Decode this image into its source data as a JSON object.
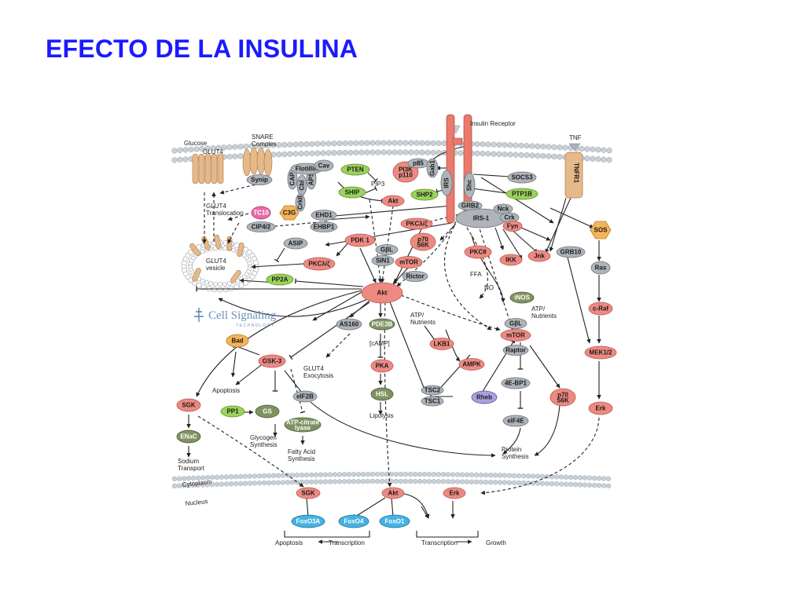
{
  "slide_title": "EFECTO DE LA INSULINA",
  "colors": {
    "title": "#1a1aff",
    "red": "#ec8a82",
    "red_stroke": "#b9574f",
    "gray": "#aeb4ba",
    "gray_stroke": "#6d747b",
    "green": "#9ad35a",
    "green_stroke": "#5f8f2a",
    "olive": "#7f9260",
    "olive_stroke": "#4e5d38",
    "orange": "#f4b45a",
    "orange_stroke": "#b77a22",
    "blue": "#43b3e3",
    "blue_stroke": "#1f6f97",
    "pink": "#e86aa8",
    "purple": "#a8a2dc",
    "tan": "#e6b98a",
    "membrane": "#c9d0d6"
  },
  "logo": {
    "name": "Cell Signaling",
    "tagline": "TECHNOLOGY"
  },
  "nodes": [
    {
      "id": "pten",
      "label": "PTEN",
      "color": "green"
    },
    {
      "id": "ship",
      "label": "SHIP",
      "color": "green"
    },
    {
      "id": "shp2",
      "label": "SHP2",
      "color": "green"
    },
    {
      "id": "ptp1b",
      "label": "PTP1B",
      "color": "green"
    },
    {
      "id": "pp2a",
      "label": "PP2A",
      "color": "green"
    },
    {
      "id": "pp1",
      "label": "PP1",
      "color": "green"
    },
    {
      "id": "pi3k",
      "label": "PI3K p110",
      "color": "red"
    },
    {
      "id": "p85",
      "label": "p85",
      "color": "gray"
    },
    {
      "id": "gab1",
      "label": "Gab1",
      "color": "gray"
    },
    {
      "id": "akt_top",
      "label": "Akt",
      "color": "red"
    },
    {
      "id": "pkc_lz_top",
      "label": "PKCλ/ζ",
      "color": "red"
    },
    {
      "id": "pdk1",
      "label": "PDK 1",
      "color": "red"
    },
    {
      "id": "p70_top",
      "label": "p70 S6K",
      "color": "red"
    },
    {
      "id": "gbl_top",
      "label": "GβL",
      "color": "gray"
    },
    {
      "id": "sin1",
      "label": "SIN1",
      "color": "gray"
    },
    {
      "id": "mtor_top",
      "label": "mTOR",
      "color": "red"
    },
    {
      "id": "rictor",
      "label": "Rictor",
      "color": "gray"
    },
    {
      "id": "akt_main",
      "label": "Akt",
      "color": "red"
    },
    {
      "id": "pkc_lz_mid",
      "label": "PKCλ/ζ",
      "color": "red"
    },
    {
      "id": "asip",
      "label": "ASIP",
      "color": "gray"
    },
    {
      "id": "ehd1",
      "label": "EHD1",
      "color": "gray"
    },
    {
      "id": "ehbp1",
      "label": "EHBP1",
      "color": "gray"
    },
    {
      "id": "tc10",
      "label": "TC10",
      "color": "pink"
    },
    {
      "id": "cip42",
      "label": "CIP4/2",
      "color": "gray"
    },
    {
      "id": "c3g",
      "label": "C3G",
      "color": "orange"
    },
    {
      "id": "synip",
      "label": "Synip",
      "color": "gray"
    },
    {
      "id": "cap",
      "label": "CAP",
      "color": "gray"
    },
    {
      "id": "cbl",
      "label": "Cbl",
      "color": "gray"
    },
    {
      "id": "aps",
      "label": "APS",
      "color": "gray"
    },
    {
      "id": "crkii",
      "label": "CrkII",
      "color": "gray"
    },
    {
      "id": "flotillin",
      "label": "Flotillin",
      "color": "gray"
    },
    {
      "id": "cav",
      "label": "Cav",
      "color": "gray"
    },
    {
      "id": "irs_mem",
      "label": "IRS",
      "color": "gray"
    },
    {
      "id": "shc",
      "label": "Shc",
      "color": "gray"
    },
    {
      "id": "socs3",
      "label": "SOCS3",
      "color": "gray"
    },
    {
      "id": "grb2",
      "label": "GRB2",
      "color": "gray"
    },
    {
      "id": "irs1",
      "label": "IRS-1",
      "color": "gray"
    },
    {
      "id": "nck",
      "label": "Nck",
      "color": "gray"
    },
    {
      "id": "crk",
      "label": "Crk",
      "color": "gray"
    },
    {
      "id": "fyn",
      "label": "Fyn",
      "color": "red"
    },
    {
      "id": "pkc_theta",
      "label": "PKCθ",
      "color": "red"
    },
    {
      "id": "ikk",
      "label": "IKK",
      "color": "red"
    },
    {
      "id": "jnk",
      "label": "Jnk",
      "color": "red"
    },
    {
      "id": "grb10",
      "label": "GRB10",
      "color": "gray"
    },
    {
      "id": "inos",
      "label": "iNOS",
      "color": "olive"
    },
    {
      "id": "sos",
      "label": "SOS",
      "color": "orange"
    },
    {
      "id": "ras",
      "label": "Ras",
      "color": "gray"
    },
    {
      "id": "craf",
      "label": "c-Raf",
      "color": "red"
    },
    {
      "id": "mek",
      "label": "MEK1/2",
      "color": "red"
    },
    {
      "id": "erk_mid",
      "label": "Erk",
      "color": "red"
    },
    {
      "id": "bad",
      "label": "Bad",
      "color": "orange"
    },
    {
      "id": "gsk3",
      "label": "GSK-3",
      "color": "red"
    },
    {
      "id": "as160",
      "label": "AS160",
      "color": "gray"
    },
    {
      "id": "pde3b",
      "label": "PDE3B",
      "color": "olive"
    },
    {
      "id": "pka",
      "label": "PKA",
      "color": "red"
    },
    {
      "id": "hsl",
      "label": "HSL",
      "color": "olive"
    },
    {
      "id": "lkb1",
      "label": "LKB1",
      "color": "red"
    },
    {
      "id": "ampk",
      "label": "AMPK",
      "color": "red"
    },
    {
      "id": "tsc2",
      "label": "TSC2",
      "color": "gray"
    },
    {
      "id": "tsc1",
      "label": "TSC1",
      "color": "gray"
    },
    {
      "id": "rheb",
      "label": "Rheb",
      "color": "purple"
    },
    {
      "id": "gbl_mid",
      "label": "GβL",
      "color": "gray"
    },
    {
      "id": "mtor_mid",
      "label": "mTOR",
      "color": "red"
    },
    {
      "id": "raptor",
      "label": "Raptor",
      "color": "gray"
    },
    {
      "id": "ebp1",
      "label": "4E-BP1",
      "color": "gray"
    },
    {
      "id": "eif4e",
      "label": "eIF4E",
      "color": "gray"
    },
    {
      "id": "p70_mid",
      "label": "p70 S6K",
      "color": "red"
    },
    {
      "id": "eif2b",
      "label": "eIF2B",
      "color": "gray"
    },
    {
      "id": "gs",
      "label": "GS",
      "color": "olive"
    },
    {
      "id": "atp_cl",
      "label": "ATP-citrate lyase",
      "color": "olive"
    },
    {
      "id": "sgk_mid",
      "label": "SGK",
      "color": "red"
    },
    {
      "id": "enac",
      "label": "ENaC",
      "color": "olive"
    },
    {
      "id": "sgk_nuc",
      "label": "SGK",
      "color": "red"
    },
    {
      "id": "akt_nuc",
      "label": "Akt",
      "color": "red"
    },
    {
      "id": "erk_nuc",
      "label": "Erk",
      "color": "red"
    },
    {
      "id": "foxo3a",
      "label": "FoxO3A",
      "color": "blue"
    },
    {
      "id": "foxo4",
      "label": "FoxO4",
      "color": "blue"
    },
    {
      "id": "foxo1",
      "label": "FoxO1",
      "color": "blue"
    }
  ],
  "labels": {
    "insulin_receptor": "Insulin Receptor",
    "tnf": "TNF",
    "tnfr1": "TNFR1",
    "glucose": "Glucose",
    "glut4_mem": "GLUT4",
    "snare": "SNARE Complex",
    "glut4_translocation": "GLUT4 Translocation",
    "glut4_vesicle": "GLUT4 vesicle",
    "pip3": "PIP3",
    "ffa": "FFA",
    "no": "NO",
    "atp_nutrients_1": "ATP/ Nutrients",
    "atp_nutrients_2": "ATP/ Nutrients",
    "camp": "[cAMP]",
    "glut4_exocytosis": "GLUT4 Exocytosis",
    "apoptosis_mid": "Apoptosis",
    "glycogen": "Glycogen Synthesis",
    "fatty_acid": "Fatty Acid Synthesis",
    "lipolysis": "Lipolysis",
    "protein_synthesis": "Protein Synthesis",
    "sodium": "Sodium Transport",
    "cytoplasm": "Cytoplasm",
    "nucleus": "Nucleus",
    "apoptosis_bottom": "Apoptosis",
    "transcription_left": "Transcription",
    "transcription_right": "Transcription",
    "growth": "Growth"
  }
}
